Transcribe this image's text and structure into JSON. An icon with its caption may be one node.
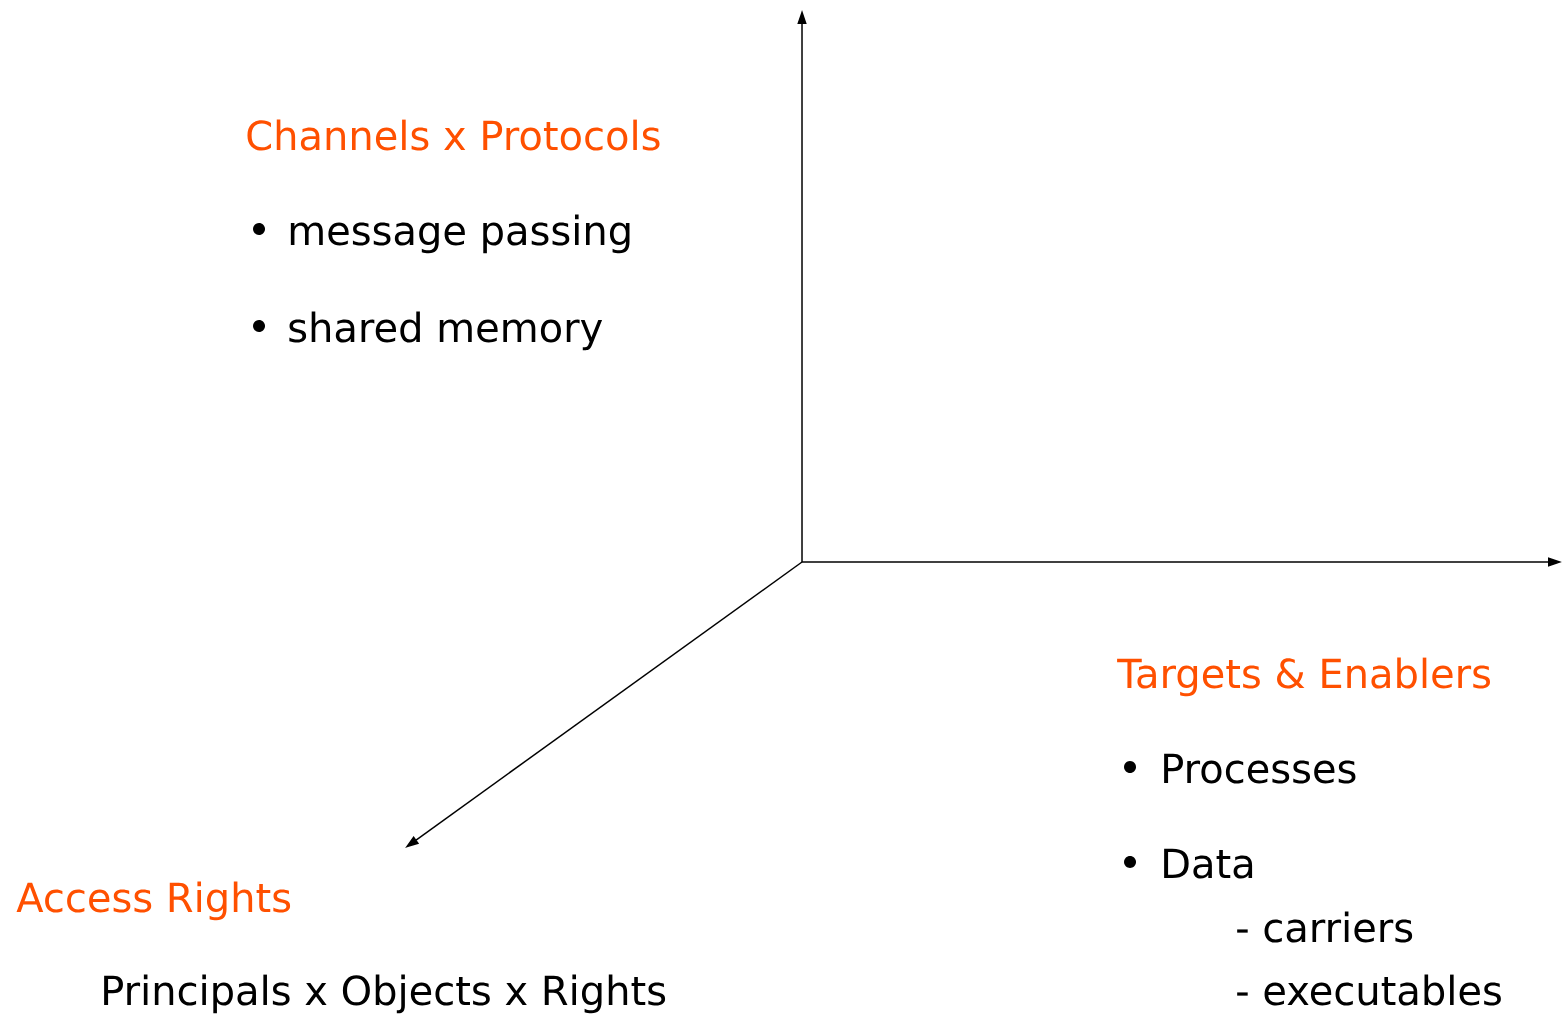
{
  "diagram": {
    "labels": [
      "Channels x Protocols",
      "message passing",
      "shared memory",
      "Targets & Enablers",
      "Processes",
      "Data",
      "- carriers",
      "- executables",
      "Access Rights",
      "Principals x Objects x Rights"
    ]
  }
}
